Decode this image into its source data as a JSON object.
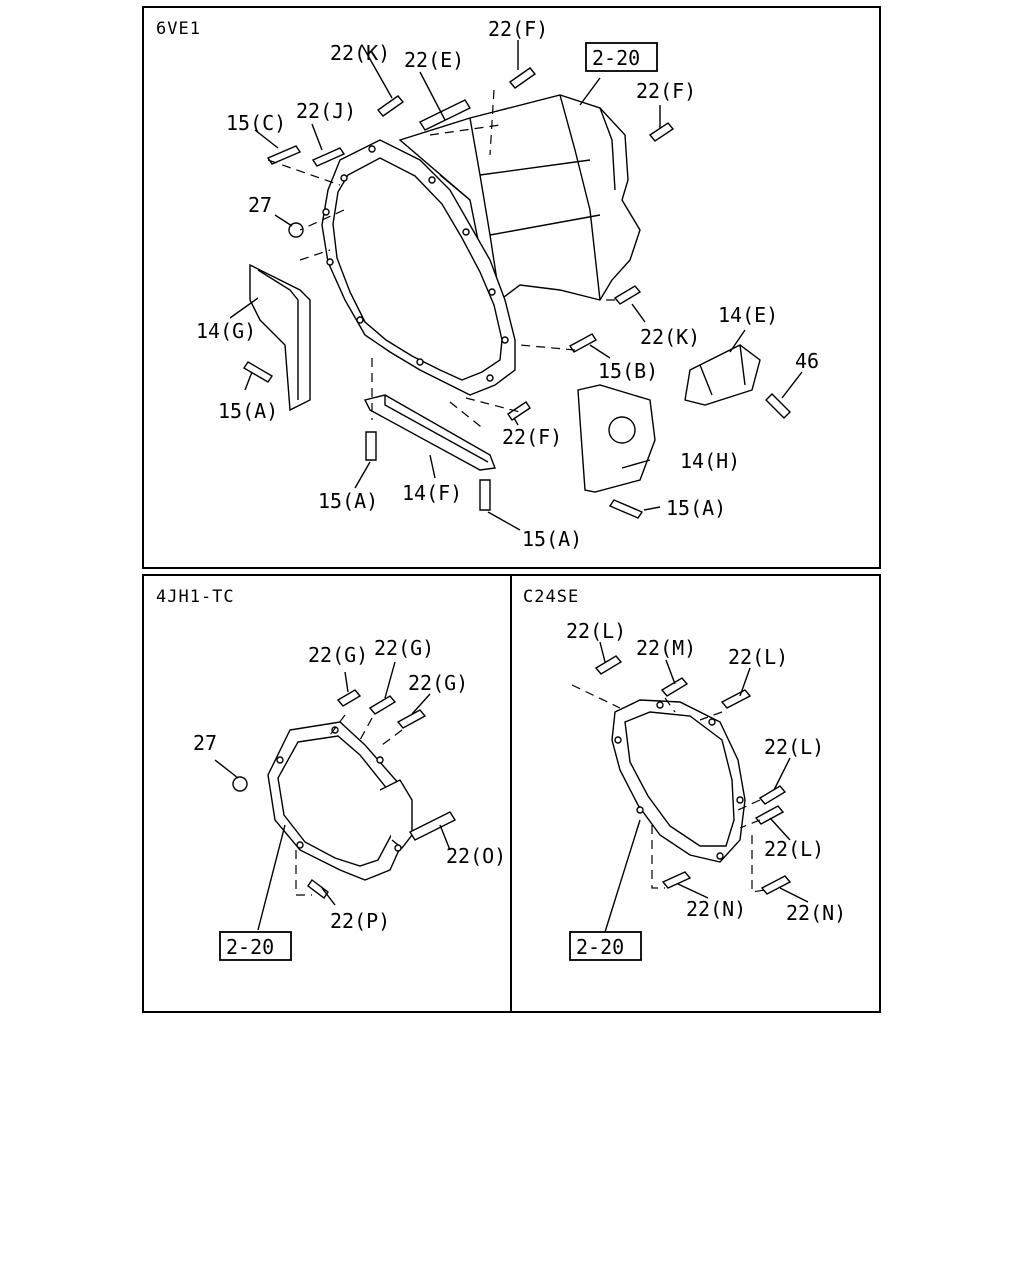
{
  "panels": {
    "top": {
      "title": "6VE1",
      "labels": [
        "22(K)",
        "22(E)",
        "22(F)",
        "2-20",
        "22(F)",
        "15(C)",
        "22(J)",
        "27",
        "14(G)",
        "15(A)",
        "22(K)",
        "15(B)",
        "14(E)",
        "46",
        "22(F)",
        "14(H)",
        "15(A)",
        "14(F)",
        "15(A)",
        "15(A)"
      ]
    },
    "bottom_left": {
      "title": "4JH1-TC",
      "labels": [
        "22(G)",
        "22(G)",
        "22(G)",
        "27",
        "22(O)",
        "22(P)",
        "2-20"
      ]
    },
    "bottom_right": {
      "title": "C24SE",
      "labels": [
        "22(L)",
        "22(M)",
        "22(L)",
        "22(L)",
        "22(L)",
        "22(N)",
        "22(N)",
        "2-20"
      ]
    }
  }
}
